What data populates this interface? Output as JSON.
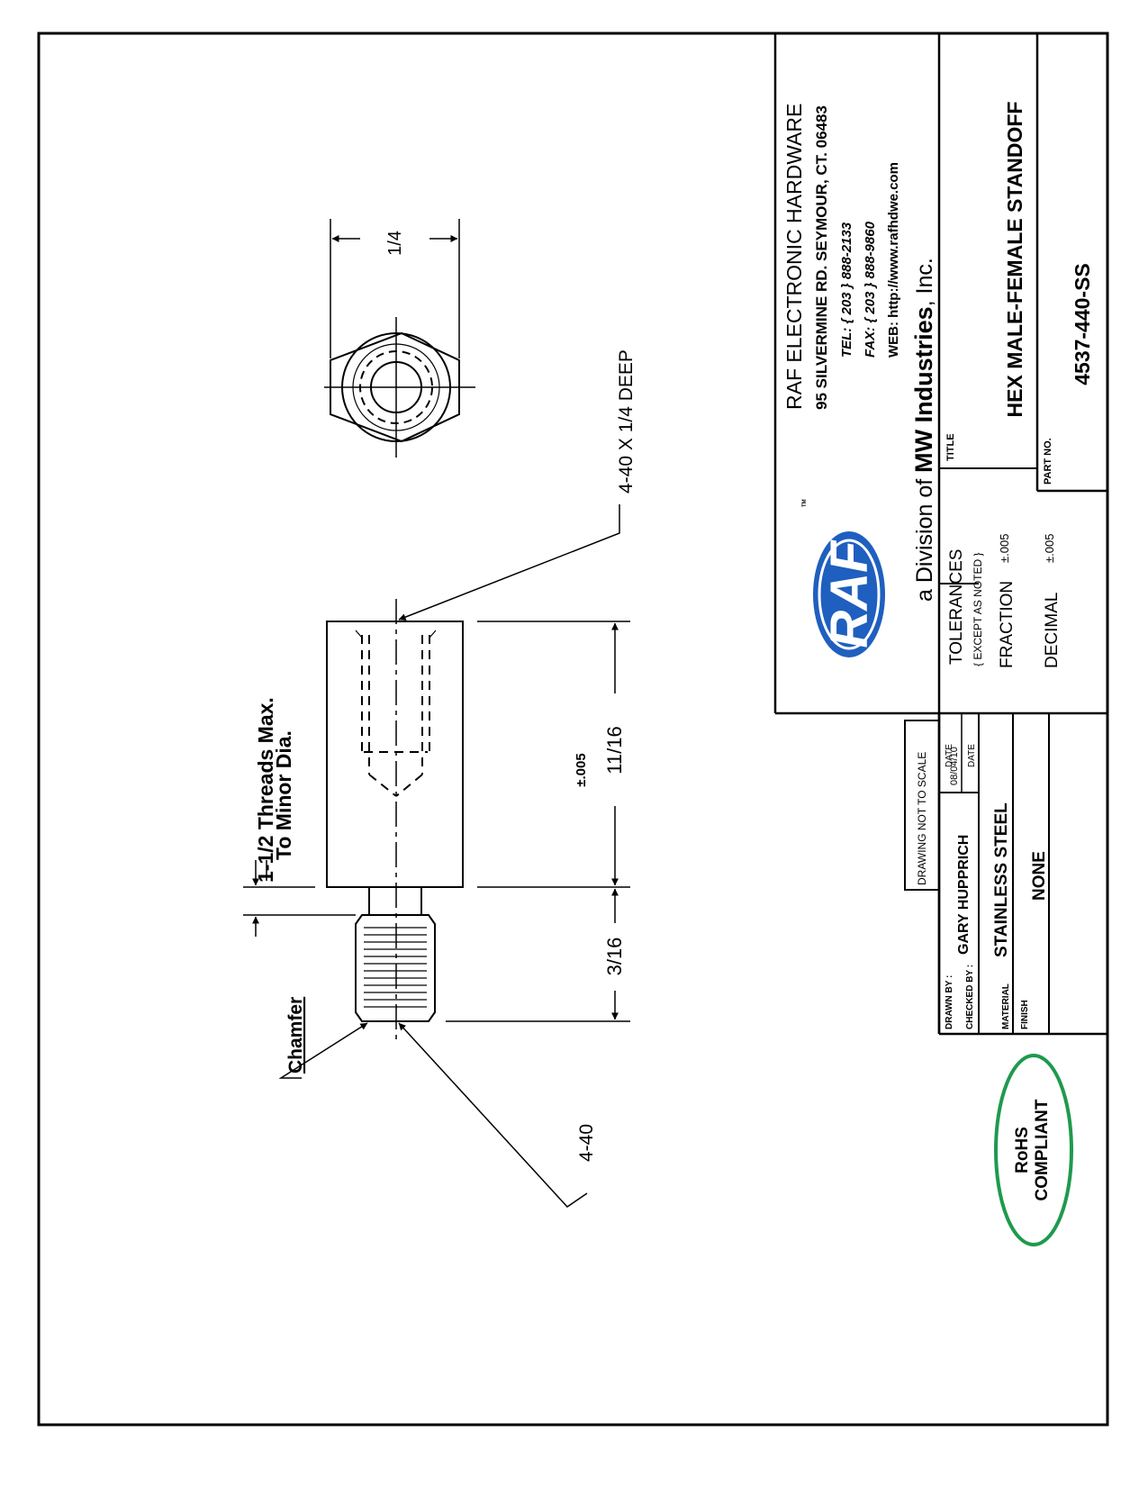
{
  "company": {
    "name": "RAF ELECTRONIC HARDWARE",
    "address": "95 SILVERMINE RD. SEYMOUR, CT. 06483",
    "tel": "TEL:  { 203 } 888-2133",
    "fax": "FAX: { 203 } 888-9860",
    "web": "WEB: http://www.rafhdwe.com",
    "division_prefix": "a Division of ",
    "division_name": "MW Industries",
    "division_suffix": ", Inc.",
    "logo_text": "RAF",
    "logo_tm": "TM",
    "logo_color": "#1f5fbf"
  },
  "tolerances": {
    "heading": "TOLERANCES",
    "note": "{ EXCEPT AS NOTED }",
    "fraction_label": "FRACTION",
    "fraction_value": "±.005",
    "decimal_label": "DECIMAL",
    "decimal_value": "±.005"
  },
  "title_block": {
    "title_label": "TITLE",
    "title": "HEX MALE-FEMALE STANDOFF",
    "part_no_label": "PART NO.",
    "part_no": "4537-440-SS",
    "scale_note": "DRAWING NOT TO SCALE",
    "drawn_by_label": "DRAWN BY :",
    "drawn_by": "GARY HUPPRICH",
    "date_label": "DATE",
    "date": "08/04/10",
    "checked_by_label": "CHECKED BY :",
    "checked_date_label": "DATE",
    "material_label": "MATERIAL",
    "material": "STAINLESS STEEL",
    "finish_label": "FINISH",
    "finish": "NONE"
  },
  "annotations": {
    "hex_width": "1/4",
    "tapped_hole": "4-40  X 1/4  DEEP",
    "threads_line1": "1-1/2 Threads Max.",
    "threads_line2": "To Minor Dia.",
    "chamfer": "Chamfer",
    "male_thread": "4-40",
    "body_length": "11/16",
    "body_tolerance": "±.005",
    "stud_length": "3/16"
  },
  "rohs": {
    "line1": "RoHS",
    "line2": "COMPLIANT",
    "color": "#1e9a4e"
  }
}
